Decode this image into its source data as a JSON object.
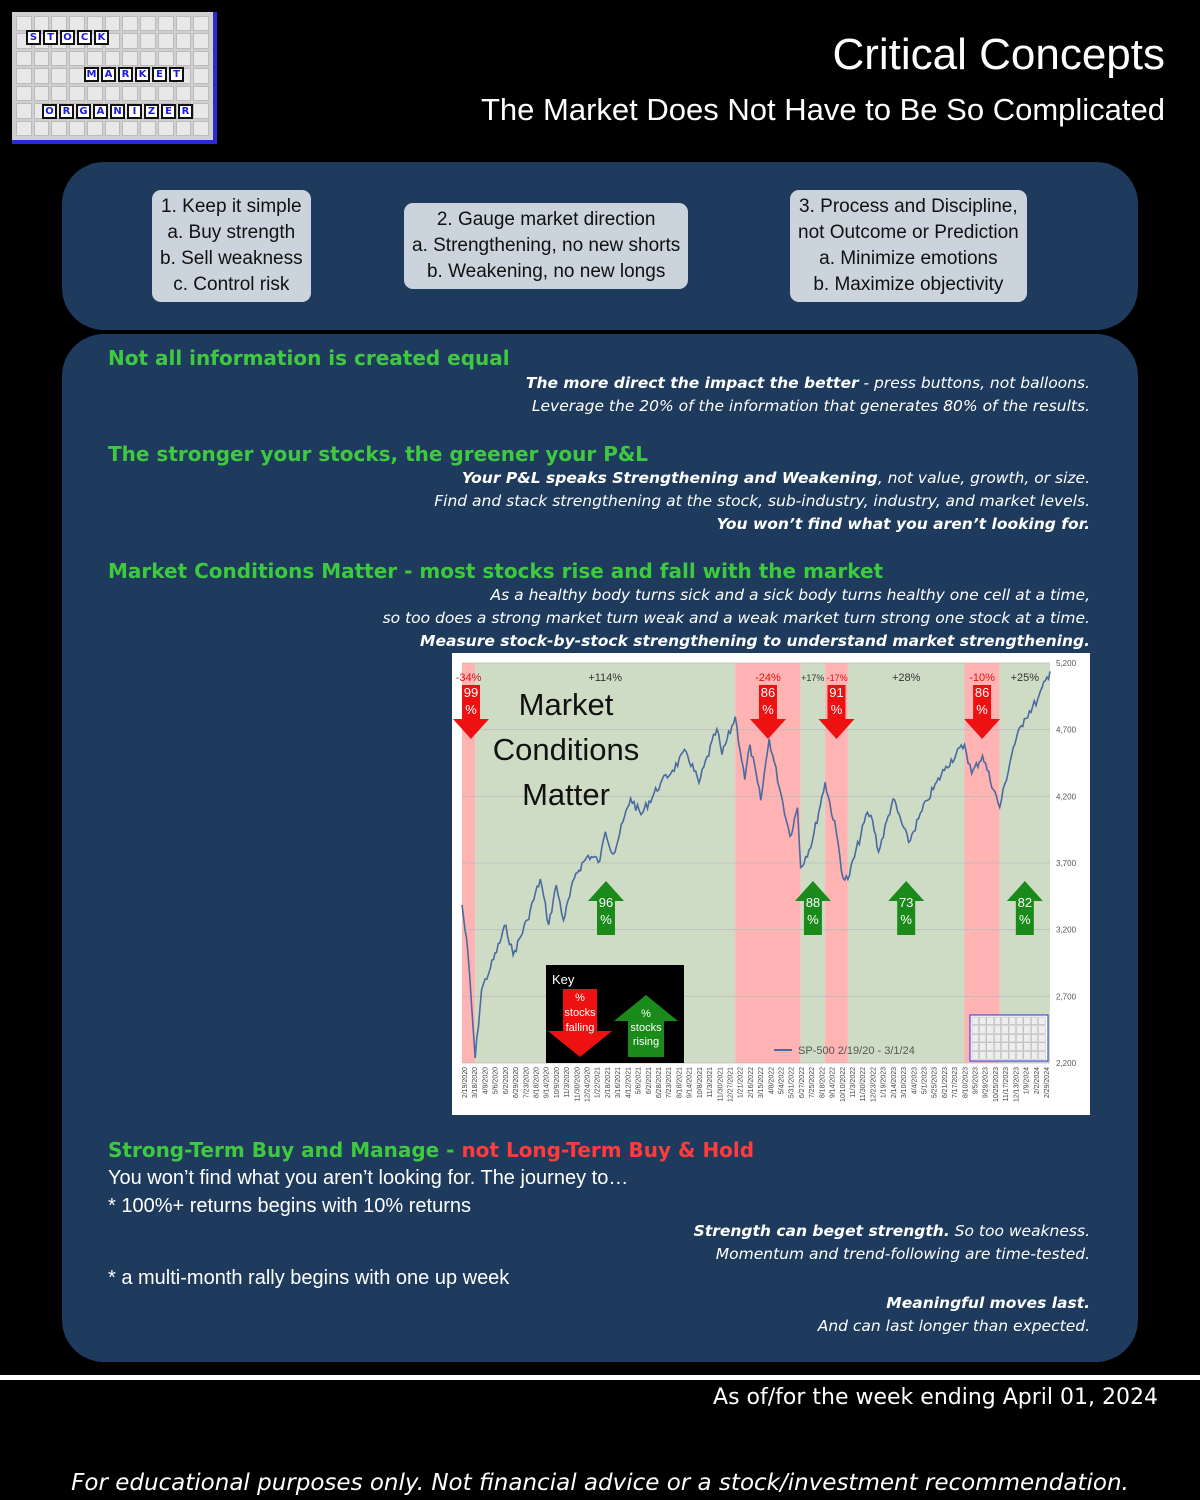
{
  "logo": {
    "alt": "STOCK MARKET ORGANIZER",
    "word1": "STOCK",
    "word2": "MARKET",
    "word3": "ORGANIZER"
  },
  "header": {
    "title": "Critical Concepts",
    "subtitle": "The Market Does Not Have to Be So Complicated"
  },
  "concepts": [
    {
      "lines": [
        "1. Keep it simple",
        "a. Buy strength",
        "b. Sell weakness",
        "c. Control risk"
      ]
    },
    {
      "lines": [
        "2. Gauge market direction",
        "a. Strengthening, no new shorts",
        "b. Weakening, no new longs"
      ]
    },
    {
      "lines": [
        "3. Process and Discipline,",
        "not Outcome or Prediction",
        "a. Minimize emotions",
        "b. Maximize objectivity"
      ]
    }
  ],
  "sections": {
    "info": {
      "heading": "Not all information is created equal",
      "line1_bold": "The more direct the impact the better",
      "line1_rest": " - press buttons, not balloons.",
      "line2": "Leverage the 20% of the information that generates 80% of the results."
    },
    "stronger": {
      "heading": "The stronger your stocks, the greener your P&L",
      "line1_bold": "Your P&L speaks Strengthening and Weakening",
      "line1_rest": ", not value, growth, or size.",
      "line2": "Find and stack strengthening at the stock, sub-industry, industry, and market levels.",
      "line3": "You won’t find what you aren’t looking for."
    },
    "conditions": {
      "heading": "Market Conditions Matter - most stocks rise and fall with the market",
      "line1": "As a healthy body turns sick and a sick body turns healthy one cell at a time,",
      "line2": "so too does a strong market turn weak and a weak market turn strong one stock at a time.",
      "line3": "Measure stock-by-stock strengthening to understand market strengthening."
    },
    "strongterm": {
      "heading_green": "Strong-Term Buy and Manage - ",
      "heading_red": "not Long-Term Buy & Hold",
      "plain1": "You won’t find what you aren’t looking for. The journey to…",
      "plain2": "* 100%+ returns begins with 10% returns",
      "r1_bold": "Strength can beget strength.",
      "r1_rest": " So too weakness.",
      "r2": "Momentum and trend-following are time-tested.",
      "plain3": "* a multi-month rally begins with one up week",
      "r3": "Meaningful moves last.",
      "r4": "And can last longer than expected."
    }
  },
  "colors": {
    "panel": "#1e3b5e",
    "heading_green": "#3ec93e",
    "red": "#ff3b3b",
    "series": "#4a6aa0",
    "green_zone": "#cfdcc5",
    "red_zone": "#ffb3b3"
  },
  "chart_data": {
    "type": "line",
    "overlay_title": [
      "Market",
      "Conditions",
      "Matter"
    ],
    "legend": "SP-500 2/19/20 - 3/1/24",
    "ylim": [
      2200,
      5200
    ],
    "yticks": [
      "5,200",
      "4,700",
      "4,200",
      "3,700",
      "3,200",
      "2,700",
      "2,200"
    ],
    "x_start": "2020-02-19",
    "x_end": "2024-03-01",
    "xticks": [
      "2/19/2020",
      "3/18/2020",
      "4/9/2020",
      "5/6/2020",
      "6/2/2020",
      "6/29/2020",
      "7/23/2020",
      "8/18/2020",
      "9/14/2020",
      "10/9/2020",
      "11/3/2020",
      "11/30/2020",
      "12/24/2020",
      "1/22/2021",
      "2/18/2021",
      "3/16/2021",
      "4/12/2021",
      "5/6/2021",
      "6/2/2021",
      "6/28/2021",
      "7/23/2021",
      "8/18/2021",
      "9/14/2021",
      "10/8/2021",
      "11/3/2021",
      "11/30/2021",
      "12/27/2021",
      "1/21/2022",
      "2/16/2022",
      "3/15/2022",
      "4/8/2022",
      "5/4/2022",
      "5/31/2022",
      "6/27/2022",
      "7/25/2022",
      "8/18/2022",
      "9/14/2022",
      "10/10/2022",
      "11/3/2022",
      "11/30/2022",
      "12/23/2022",
      "1/19/2023",
      "2/14/2023",
      "3/10/2023",
      "4/4/2023",
      "5/1/2023",
      "5/25/2023",
      "6/21/2023",
      "7/17/2023",
      "8/10/2023",
      "9/5/2023",
      "9/29/2023",
      "10/25/2023",
      "11/17/2023",
      "12/13/2023",
      "1/9/2024",
      "2/2/2024",
      "2/29/2024"
    ],
    "series": [
      {
        "name": "SP-500 2/19/20 - 3/1/24",
        "points": [
          [
            "2020-02-19",
            3386
          ],
          [
            "2020-03-05",
            3020
          ],
          [
            "2020-03-23",
            2237
          ],
          [
            "2020-04-08",
            2750
          ],
          [
            "2020-04-30",
            2912
          ],
          [
            "2020-06-08",
            3232
          ],
          [
            "2020-06-26",
            3009
          ],
          [
            "2020-07-31",
            3271
          ],
          [
            "2020-09-02",
            3580
          ],
          [
            "2020-09-23",
            3237
          ],
          [
            "2020-10-12",
            3534
          ],
          [
            "2020-10-30",
            3270
          ],
          [
            "2020-11-30",
            3622
          ],
          [
            "2020-12-31",
            3756
          ],
          [
            "2021-01-29",
            3714
          ],
          [
            "2021-02-12",
            3934
          ],
          [
            "2021-03-04",
            3768
          ],
          [
            "2021-04-16",
            4185
          ],
          [
            "2021-05-12",
            4063
          ],
          [
            "2021-06-30",
            4297
          ],
          [
            "2021-07-30",
            4395
          ],
          [
            "2021-09-02",
            4537
          ],
          [
            "2021-10-04",
            4300
          ],
          [
            "2021-11-18",
            4705
          ],
          [
            "2021-12-01",
            4513
          ],
          [
            "2022-01-03",
            4797
          ],
          [
            "2022-01-27",
            4326
          ],
          [
            "2022-02-09",
            4587
          ],
          [
            "2022-03-08",
            4170
          ],
          [
            "2022-03-29",
            4631
          ],
          [
            "2022-05-02",
            4155
          ],
          [
            "2022-05-20",
            3901
          ],
          [
            "2022-06-08",
            4115
          ],
          [
            "2022-06-16",
            3667
          ],
          [
            "2022-07-15",
            3863
          ],
          [
            "2022-08-16",
            4305
          ],
          [
            "2022-09-13",
            3932
          ],
          [
            "2022-09-30",
            3586
          ],
          [
            "2022-10-12",
            3577
          ],
          [
            "2022-11-30",
            4080
          ],
          [
            "2022-12-13",
            4019
          ],
          [
            "2022-12-28",
            3783
          ],
          [
            "2023-02-02",
            4179
          ],
          [
            "2023-03-13",
            3855
          ],
          [
            "2023-04-28",
            4169
          ],
          [
            "2023-06-15",
            4425
          ],
          [
            "2023-07-31",
            4589
          ],
          [
            "2023-08-18",
            4370
          ],
          [
            "2023-09-14",
            4505
          ],
          [
            "2023-10-27",
            4117
          ],
          [
            "2023-11-30",
            4567
          ],
          [
            "2023-12-28",
            4783
          ],
          [
            "2024-01-30",
            4925
          ],
          [
            "2024-03-01",
            5137
          ]
        ]
      }
    ],
    "periods": [
      {
        "start": "2020-02-19",
        "end": "2020-03-23",
        "zone": "red",
        "pct_change": "-34%",
        "breadth": "99\n%",
        "direction": "down"
      },
      {
        "start": "2020-03-23",
        "end": "2022-01-03",
        "zone": "green",
        "pct_change": "+114%",
        "breadth": "96\n%",
        "direction": "up"
      },
      {
        "start": "2022-01-03",
        "end": "2022-06-16",
        "zone": "red",
        "pct_change": "-24%",
        "breadth": "86\n%",
        "direction": "down"
      },
      {
        "start": "2022-06-16",
        "end": "2022-08-16",
        "zone": "green",
        "pct_change": "+17%",
        "breadth": "88\n%",
        "direction": "up"
      },
      {
        "start": "2022-08-16",
        "end": "2022-10-12",
        "zone": "red",
        "pct_change": "-17%",
        "breadth": "91\n%",
        "direction": "down"
      },
      {
        "start": "2022-10-12",
        "end": "2023-07-31",
        "zone": "green",
        "pct_change": "+28%",
        "breadth": "73\n%",
        "direction": "up"
      },
      {
        "start": "2023-07-31",
        "end": "2023-10-27",
        "zone": "red",
        "pct_change": "-10%",
        "breadth": "86\n%",
        "direction": "down"
      },
      {
        "start": "2023-10-27",
        "end": "2024-03-01",
        "zone": "green",
        "pct_change": "+25%",
        "breadth": "82\n%",
        "direction": "up"
      }
    ],
    "key": {
      "title": "Key",
      "falling": "%\nstocks\nfalling",
      "rising": "%\nstocks\nrising"
    },
    "grid": true
  },
  "footer": {
    "asof": "As of/for the week ending April 01, 2024",
    "disclaimer": "For educational purposes only. Not financial advice or a stock/investment recommendation."
  }
}
